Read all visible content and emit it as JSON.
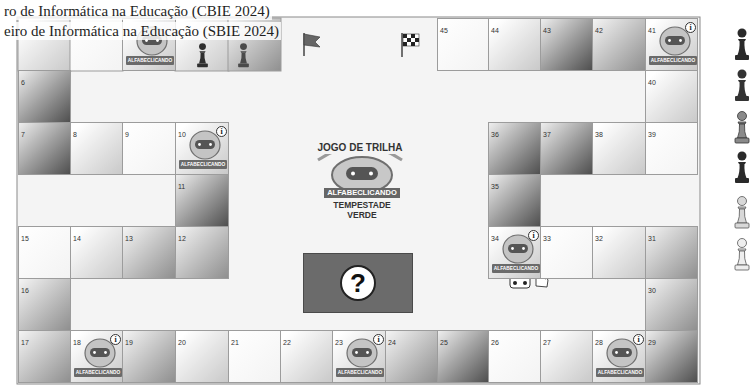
{
  "diagram": {
    "nodes": [
      {
        "text": [
          "ALFABECLICANDO"
        ]
      },
      {
        "text": [
          "6"
        ]
      },
      {
        "text": [
          "7"
        ]
      },
      {
        "text": [
          "8"
        ]
      },
      {
        "text": [
          "9"
        ]
      },
      {
        "text": [
          "10",
          "ALFABECLICANDO"
        ]
      },
      {
        "text": [
          "11"
        ]
      },
      {
        "text": [
          "12"
        ]
      },
      {
        "text": [
          "13"
        ]
      },
      {
        "text": [
          "14"
        ]
      },
      {
        "text": [
          "15"
        ]
      },
      {
        "text": [
          "16"
        ]
      },
      {
        "text": [
          "17"
        ]
      },
      {
        "text": [
          "18",
          "ALFABECLICANDO"
        ]
      },
      {
        "text": [
          "19"
        ]
      },
      {
        "text": [
          "20"
        ]
      },
      {
        "text": [
          "21"
        ]
      },
      {
        "text": [
          "22"
        ]
      },
      {
        "text": [
          "23",
          "ALFABECLICANDO"
        ]
      },
      {
        "text": [
          "24"
        ]
      },
      {
        "text": [
          "25"
        ]
      },
      {
        "text": [
          "26"
        ]
      },
      {
        "text": [
          "27"
        ]
      },
      {
        "text": [
          "28",
          "ALFABECLICANDO"
        ]
      },
      {
        "text": [
          "29"
        ]
      },
      {
        "text": [
          "30"
        ]
      },
      {
        "text": [
          "31"
        ]
      },
      {
        "text": [
          "32"
        ]
      },
      {
        "text": [
          "33"
        ]
      },
      {
        "text": [
          "34",
          "ALFABECLICANDO"
        ]
      },
      {
        "text": [
          "35"
        ]
      },
      {
        "text": [
          "36"
        ]
      },
      {
        "text": [
          "37"
        ]
      },
      {
        "text": [
          "38"
        ]
      },
      {
        "text": [
          "39"
        ]
      },
      {
        "text": [
          "40"
        ]
      },
      {
        "text": [
          "41",
          "ALFABECLICANDO"
        ]
      },
      {
        "text": [
          "42"
        ]
      },
      {
        "text": [
          "43"
        ]
      },
      {
        "text": [
          "44"
        ]
      },
      {
        "text": [
          "45"
        ]
      },
      {
        "text": [
          "i"
        ],
        "in": 5
      },
      {
        "text": [
          "i"
        ],
        "in": 13
      },
      {
        "text": [
          "i"
        ],
        "in": 18
      },
      {
        "text": [
          "i"
        ],
        "in": 23
      },
      {
        "text": [
          "i"
        ],
        "in": 29
      },
      {
        "text": [
          "i"
        ],
        "in": 36
      },
      {
        "text": [
          "?"
        ]
      }
    ],
    "labels": [
      "ro de Informática na Educação (CBIE 2024)",
      "eiro de Informática na Educação (SBIE 2024)",
      "JOGO DE TRILHA",
      "ALFABECLICANDO",
      "TEMPESTADE VERDE"
    ]
  }
}
